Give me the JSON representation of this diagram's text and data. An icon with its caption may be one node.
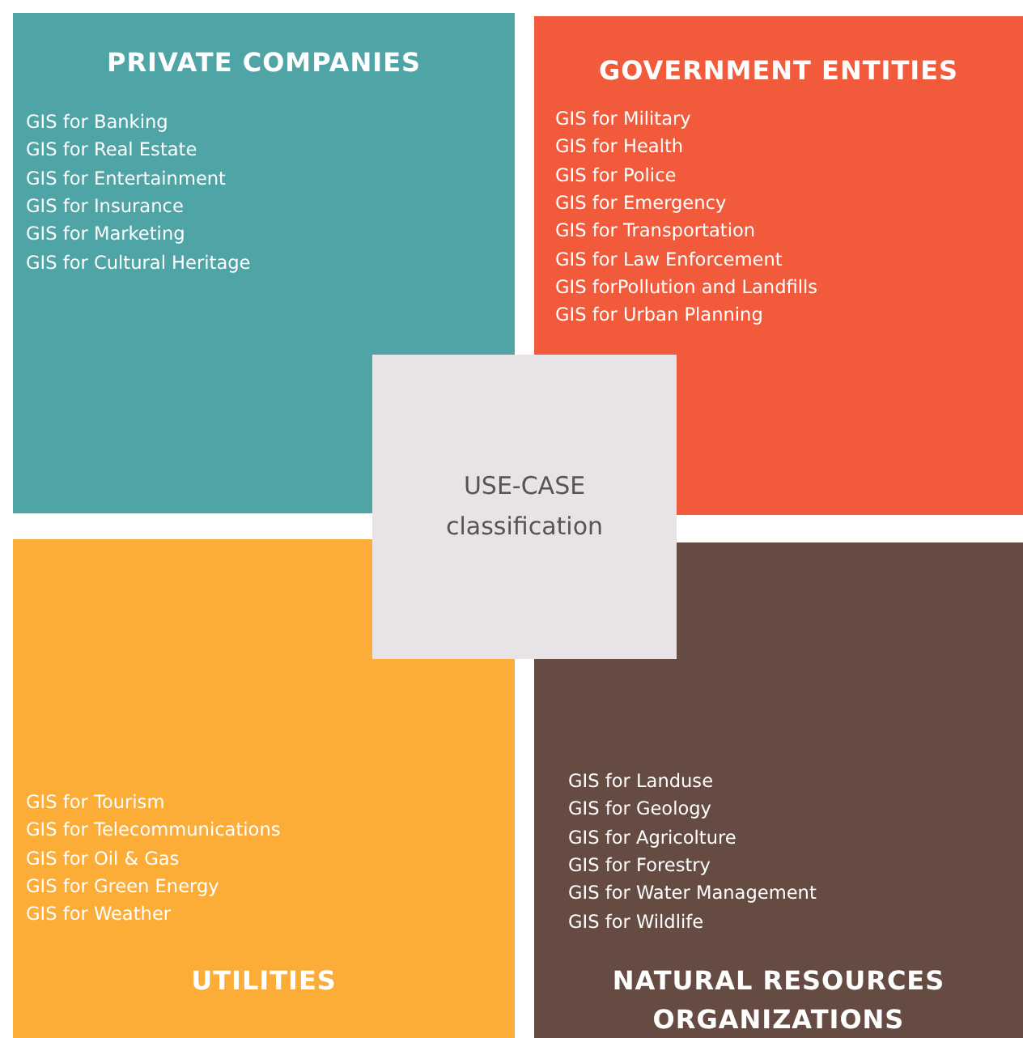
{
  "diagram": {
    "nodes": [
      {
        "text": [
          "PRIVATE COMPANIES",
          "GIS for Banking",
          "GIS for Real Estate",
          "GIS for Entertainment",
          "GIS for Insurance",
          "GIS for Marketing",
          "GIS for Cultural Heritage"
        ]
      },
      {
        "text": [
          "GOVERNMENT ENTITIES",
          "GIS for Military",
          "GIS for Health",
          "GIS for Police",
          "GIS for Emergency",
          "GIS for Transportation",
          "GIS for Law Enforcement",
          "GIS forPollution and Landfills",
          "GIS for Urban Planning"
        ]
      },
      {
        "text": [
          "GIS for Tourism",
          "GIS for Telecommunications",
          "GIS for Oil & Gas",
          "GIS for Green Energy",
          "GIS for Weather",
          "UTILITIES"
        ]
      },
      {
        "text": [
          "GIS for Landuse",
          "GIS for Geology",
          "GIS for Agricolture",
          "GIS for Forestry",
          "GIS for Water Management",
          "GIS for Wildlife",
          "NATURAL RESOURCES ORGANIZATIONS"
        ]
      },
      {
        "text": [
          "USE-CASE classification"
        ]
      }
    ]
  }
}
